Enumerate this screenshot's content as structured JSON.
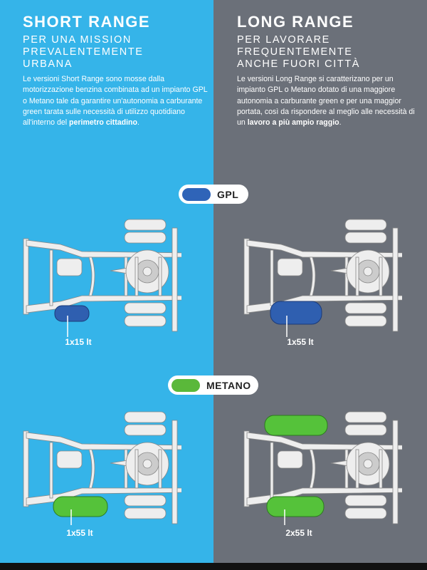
{
  "short_range": {
    "title": "SHORT RANGE",
    "subtitle": [
      "PER UNA MISSION",
      "PREVALENTEMENTE",
      "URBANA"
    ],
    "body": "Le versioni Short Range sono mosse dalla motorizzazione benzina combinata ad un impianto GPL o Metano tale da garantire un'autonomia a carburante green tarata sulle necessità di utilizzo quotidiano all'interno del ",
    "body_bold": "perimetro cittadino",
    "body_end": "."
  },
  "long_range": {
    "title": "LONG RANGE",
    "subtitle": [
      "PER LAVORARE",
      "FREQUENTEMENTE",
      "ANCHE FUORI CITTÀ"
    ],
    "body": "Le versioni Long Range si caratterizano per un impianto GPL o Metano dotato di una maggiore autonomia a carburante green e per una maggior portata, così da rispondere al meglio alle necessità di un ",
    "body_bold": "lavoro a più ampio raggio",
    "body_end": "."
  },
  "fuels": {
    "gpl": {
      "label": "GPL",
      "color": "#2f64b8"
    },
    "metano": {
      "label": "METANO",
      "color": "#5ab83a"
    }
  },
  "capacities": {
    "gpl_short": "1x15 lt",
    "gpl_long": "1x55 lt",
    "metano_short": "1x55 lt",
    "metano_long": "2x55 lt"
  },
  "colors": {
    "short_bg": "#35b4e9",
    "long_bg": "#6b7079"
  }
}
